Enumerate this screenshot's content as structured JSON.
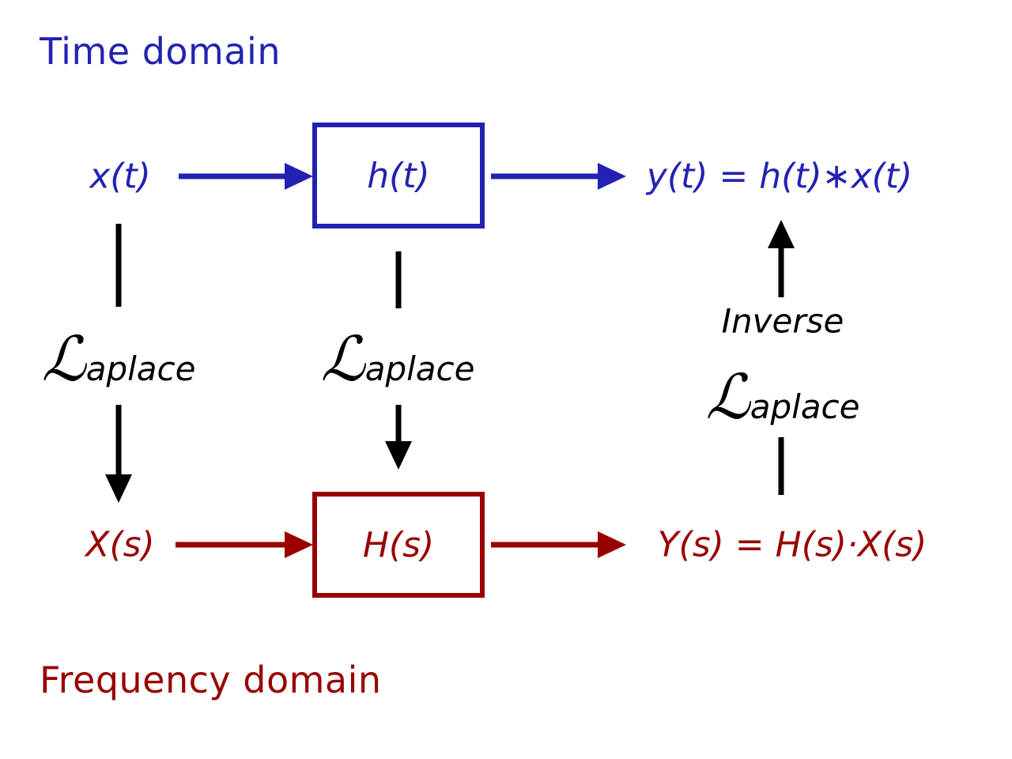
{
  "colors": {
    "blue": "#2222b2",
    "red": "#990000",
    "black": "#000000"
  },
  "titles": {
    "time_domain": "Time domain",
    "frequency_domain": "Frequency domain"
  },
  "time_row": {
    "input": "x(t)",
    "system": "h(t)",
    "output": "y(t) = h(t)∗x(t)"
  },
  "freq_row": {
    "input": "X(s)",
    "system": "H(s)",
    "output": "Y(s) = H(s)·X(s)"
  },
  "transforms": {
    "laplace_script": "ℒ",
    "laplace_rest": "aplace",
    "inverse": "Inverse"
  }
}
